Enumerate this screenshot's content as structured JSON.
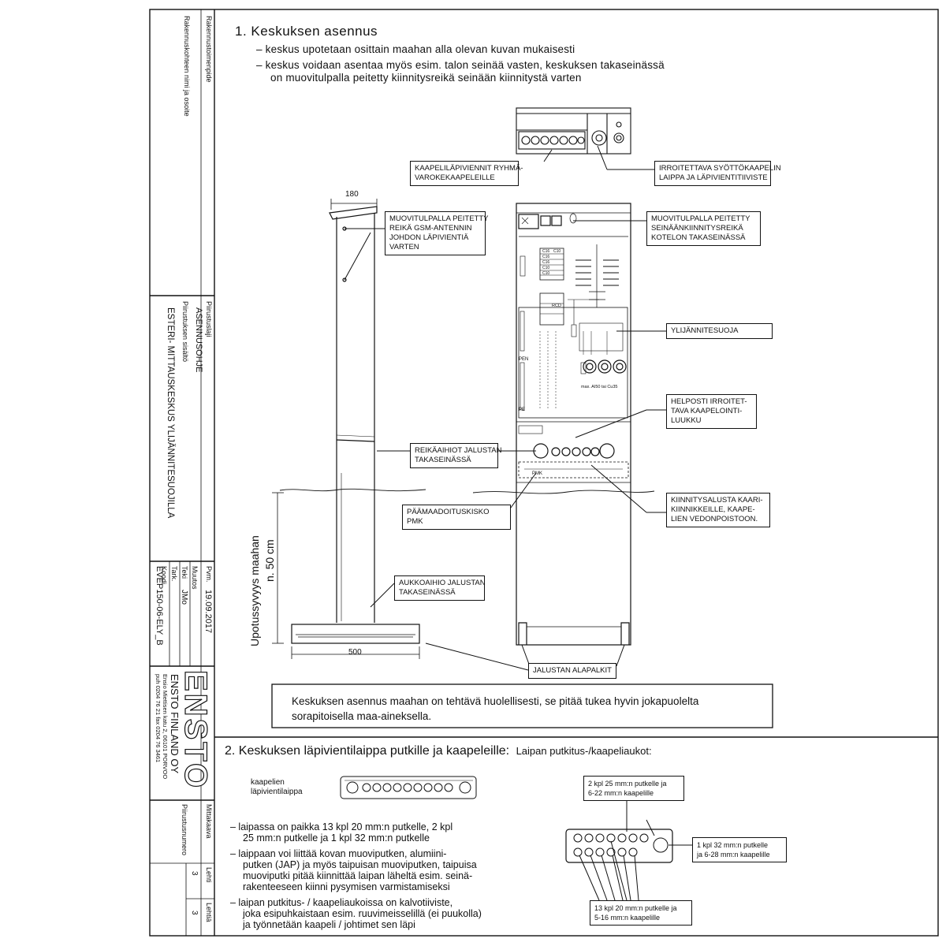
{
  "title_block": {
    "field_rakennustoimenpide": "Rakennustoimenpide",
    "field_kohde": "Rakennuskohteen nimi ja osoite",
    "field_piirustuslaji": "Piirustuslaji",
    "piirustuslaji_value": "ASENNUSOHJE",
    "field_sisalto": "Piirustuksen sisältö",
    "sisalto_value": "ESTERI- MITTAUSKESKUS YLIJÄNNITESUOJILLA",
    "field_pvm": "Pvm.",
    "pvm_value": "19.09.2017",
    "field_muutos": "Muutos",
    "field_teki": "Teki",
    "teki_value": "JMo",
    "field_tark": "Tark.",
    "field_koodi": "Koodi",
    "koodi_value": "EVEP150-06-ELY_B",
    "logo_text": "ENSTO",
    "company": "ENSTO FINLAND OY",
    "address": "Ensio Miettisen katu 2, 06101 PORVOO",
    "phone": "puh 0204 76 21 fax 0204 76 3461",
    "field_mittakaava": "Mittakaava",
    "field_piirustusnumero": "Piirustusnumero",
    "field_lehti": "Lehti",
    "lehti_value": "3",
    "field_lehtia": "Lehtiä",
    "lehtia_value": "3"
  },
  "section1": {
    "heading": "1. Keskuksen asennus",
    "bullet1": "–  keskus upotetaan osittain maahan alla olevan kuvan mukaisesti",
    "bullet2a": "–  keskus voidaan asentaa myös esim. talon seinää vasten, keskuksen takaseinässä",
    "bullet2b": "on muovitulpalla peitetty kiinnitysreikä seinään kiinnitystä varten",
    "dim_180": "180",
    "dim_500": "500",
    "depth_1": "Upotussyvyys maahan",
    "depth_2": "n. 50 cm",
    "callout_kaapeli": "KAAPELILÄPIVIENNIT RYHMÄ-\nVAROKEKAAPELEILLE",
    "callout_irroitettava": "IRROITETTAVA SYÖTTÖKAAPELIN\nLAIPPA JA LÄPIVIENTITIIVISTE",
    "callout_gsm": "MUOVITULPALLA PEITETTY\nREIKÄ GSM-ANTENNIN\nJOHDON LÄPIVIENTIÄ\nVARTEN",
    "callout_seina": "MUOVITULPALLA PEITETTY\nSEINÄÄNKIINNITYSREIKÄ\nKOTELON TAKASEINÄSSÄ",
    "callout_ylijannite": "YLIJÄNNITESUOJA",
    "callout_helposti": "HELPOSTI IRROITET-\nTAVA KAAPELOINTI-\nLUUKKU",
    "callout_reikaaihiot": "REIKÄAIHIOT JALUSTAN\nTAKASEINÄSSÄ",
    "callout_paamaa": "PÄÄMAADOITUSKISKO PMK",
    "callout_kiinnitys": "KIINNITYSALUSTA KAARI-\nKIINNIKKEILLE, KAAPE-\nLIEN VEDONPOISTOON.",
    "callout_aukko": "AUKKOAIHIO JALUSTAN\nTAKASEINÄSSÄ",
    "callout_alapalkit": "JALUSTAN ALAPALKIT",
    "label_pen": "PEN",
    "label_pe": "PE",
    "label_pmk": "PMK",
    "label_max": "max. AI50 tai Cu35",
    "label_breakers": [
      "C16",
      "C16",
      "C16",
      "C10",
      "C10",
      "C10"
    ],
    "label_rcd": "RCD",
    "note": "Keskuksen asennus maahan on tehtävä huolellisesti, se pitää tukea hyvin jokapuolelta sorapitoisella maa-aineksella."
  },
  "section2": {
    "heading": "2. Keskuksen läpivientilaippa putkille ja kaapeleille:",
    "heading_small": "Laipan putkitus-/kaapeliaukot:",
    "flange_label_1": "kaapelien",
    "flange_label_2": "läpivientilaippa",
    "b1a": "–  laipassa on paikka 13 kpl 20 mm:n putkelle, 2 kpl",
    "b1b": "25 mm:n putkelle ja 1 kpl 32 mm:n putkelle",
    "b2a": "–  laippaan voi liittää kovan muoviputken, alumiini-",
    "b2b": "putken (JAP) ja myös taipuisan muoviputken, taipuisa",
    "b2c": "muoviputki pitää kiinnittää laipan läheltä esim. seinä-",
    "b2d": "rakenteeseen kiinni pysymisen varmistamiseksi",
    "b3a": "–  laipan putkitus- / kaapeliaukoissa on kalvotiiviste,",
    "b3b": "joka esipuhkaistaan esim. ruuvimeisselillä (ei puukolla)",
    "b3c": "ja työnnetään kaapeli / johtimet sen läpi",
    "callout_25": "2 kpl 25 mm:n putkelle ja\n6-22 mm:n kaapelille",
    "callout_32": "1 kpl 32 mm:n putkelle\nja 6-28 mm:n kaapelille",
    "callout_20": "13 kpl 20 mm:n putkelle ja\n5-16 mm:n kaapelille"
  }
}
